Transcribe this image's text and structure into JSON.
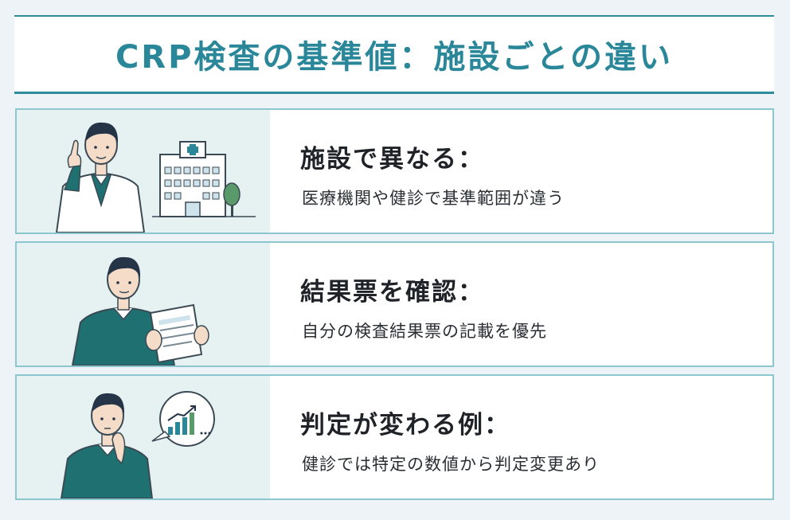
{
  "title": "CRP検査の基準値：施設ごとの違い",
  "colors": {
    "accent": "#2a8799",
    "card_border": "#8cc6cf",
    "illustration_bg": "#e6f1f1",
    "sweater": "#1f7070"
  },
  "cards": [
    {
      "heading": "施設で異なる：",
      "description": "医療機関や健診で基準範囲が違う",
      "illustration": "doctor-with-hospital"
    },
    {
      "heading": "結果票を確認：",
      "description": "自分の検査結果票の記載を優先",
      "illustration": "man-reading-document"
    },
    {
      "heading": "判定が変わる例：",
      "description": "健診では特定の数値から判定変更あり",
      "illustration": "man-thinking-chart"
    }
  ]
}
